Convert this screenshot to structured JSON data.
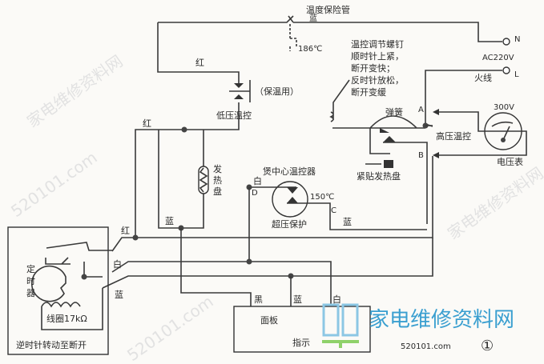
{
  "labels": {
    "fuse": "温度保险管",
    "fuse_color": "蓝",
    "fuse_temp": "186℃",
    "N": "N",
    "L": "L",
    "ac": "AC220V",
    "live": "火线",
    "screw_note": [
      "温控调节螺钉",
      "顺时针上紧，",
      "断开变快；",
      "反时针放松，",
      "断开变缓"
    ],
    "spring": "弹簧",
    "A": "A",
    "B": "B",
    "high_thermo": "高压温控",
    "volt_range": "300V",
    "voltmeter": "电压表",
    "contact_plate": "紧贴发热盘",
    "red_top": "红",
    "keep_warm": "（保温用）",
    "low_thermo": "低压温控",
    "red_left": "红",
    "heater": [
      "发",
      "热",
      "盘"
    ],
    "center_thermo": "煲中心温控器",
    "white_d": "白",
    "D": "D",
    "center_temp": "150℃",
    "C": "C",
    "overpressure": "超压保护",
    "blue_c": "蓝",
    "blue_heater": "蓝",
    "red_bus": "红",
    "white_bus": "白",
    "blue_bus": "蓝",
    "timer": [
      "定",
      "时",
      "器"
    ],
    "coil": "线圈17kΩ",
    "timer_note": "逆时针转动至断开",
    "black_panel": "黑",
    "blue_panel": "蓝",
    "white_panel": "白",
    "panel": "面板",
    "indicator": "指示",
    "figure_no": "①"
  },
  "watermark": {
    "site_name": "家电维修资料网",
    "site_url": "520101.com"
  },
  "colors": {
    "line": "#3a3a3a",
    "logo_blue": "#3a9fd0",
    "logo_green": "#8fd16a"
  }
}
